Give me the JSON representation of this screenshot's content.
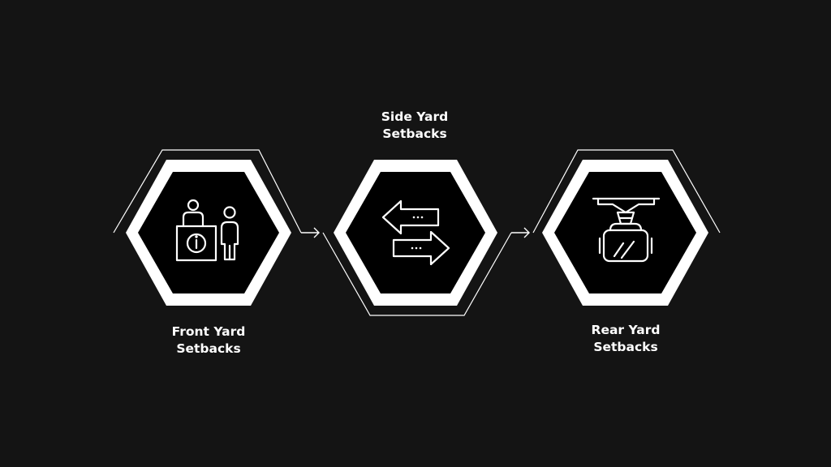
{
  "steps": [
    {
      "label": "Front Yard\nSetbacks",
      "icon": "reception-desk-info-icon"
    },
    {
      "label": "Side Yard\nSetbacks",
      "icon": "exchange-arrows-icon"
    },
    {
      "label": "Rear Yard\nSetbacks",
      "icon": "ceiling-mirror-icon"
    }
  ],
  "colors": {
    "background": "#141414",
    "hexagon_fill": "#000000",
    "hexagon_ring": "#ffffff",
    "connector_line": "#ffffff"
  }
}
